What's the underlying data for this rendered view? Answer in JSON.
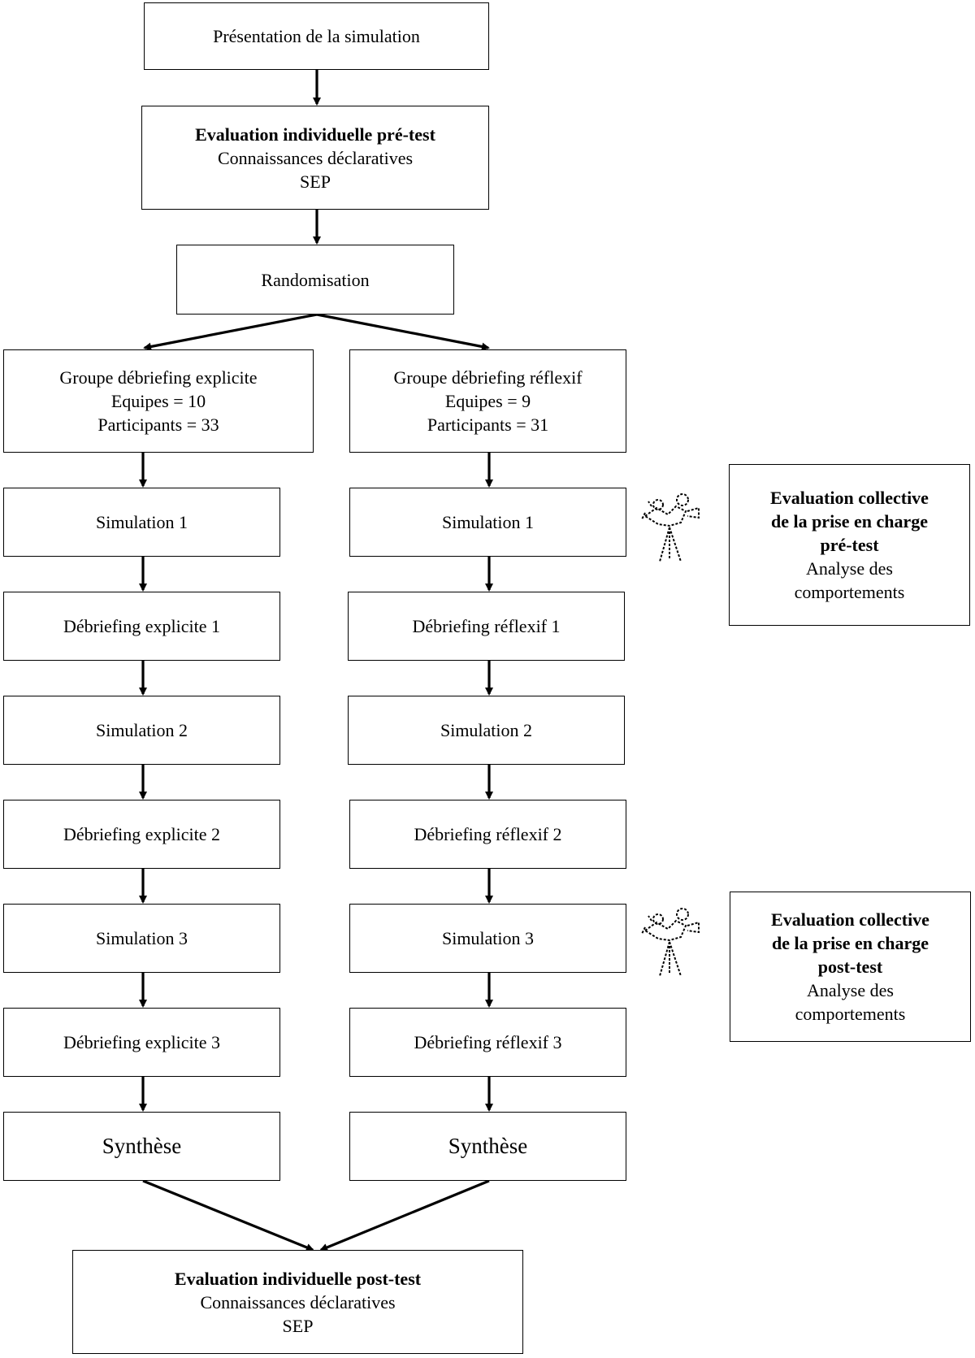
{
  "top": {
    "presentation": "Présentation de la simulation",
    "pretest": {
      "title": "Evaluation individuelle pré-test",
      "line2": "Connaissances déclaratives",
      "line3": "SEP"
    },
    "randomisation": "Randomisation"
  },
  "group_explicit": {
    "title": "Groupe  débriefing explicite",
    "teams": "Equipes = 10",
    "participants": "Participants  = 33",
    "steps": [
      "Simulation 1",
      "Débriefing explicite  1",
      "Simulation 2",
      "Débriefing explicite 2",
      "Simulation 3",
      "Débriefing explicite 3"
    ],
    "synthesis": "Synthèse"
  },
  "group_reflexive": {
    "title": "Groupe débriefing réflexif",
    "teams": "Equipes = 9",
    "participants": "Participants = 31",
    "steps": [
      "Simulation 1",
      "Débriefing réflexif 1",
      "Simulation 2",
      "Débriefing réflexif 2",
      "Simulation 3",
      "Débriefing réflexif 3"
    ],
    "synthesis": "Synthèse"
  },
  "collective_pretest": {
    "line1": "Evaluation  collective",
    "line2": "de la prise en charge",
    "line3": "pré-test",
    "line4": "Analyse des",
    "line5": "comportements"
  },
  "collective_posttest": {
    "line1": "Evaluation  collective",
    "line2": "de la prise en charge",
    "line3": "post-test",
    "line4": "Analyse des",
    "line5": "comportements"
  },
  "bottom": {
    "title": "Evaluation individuelle post-test",
    "line2": "Connaissances déclaratives",
    "line3": "SEP"
  },
  "icons": {
    "camera": "video-camera-icon"
  }
}
